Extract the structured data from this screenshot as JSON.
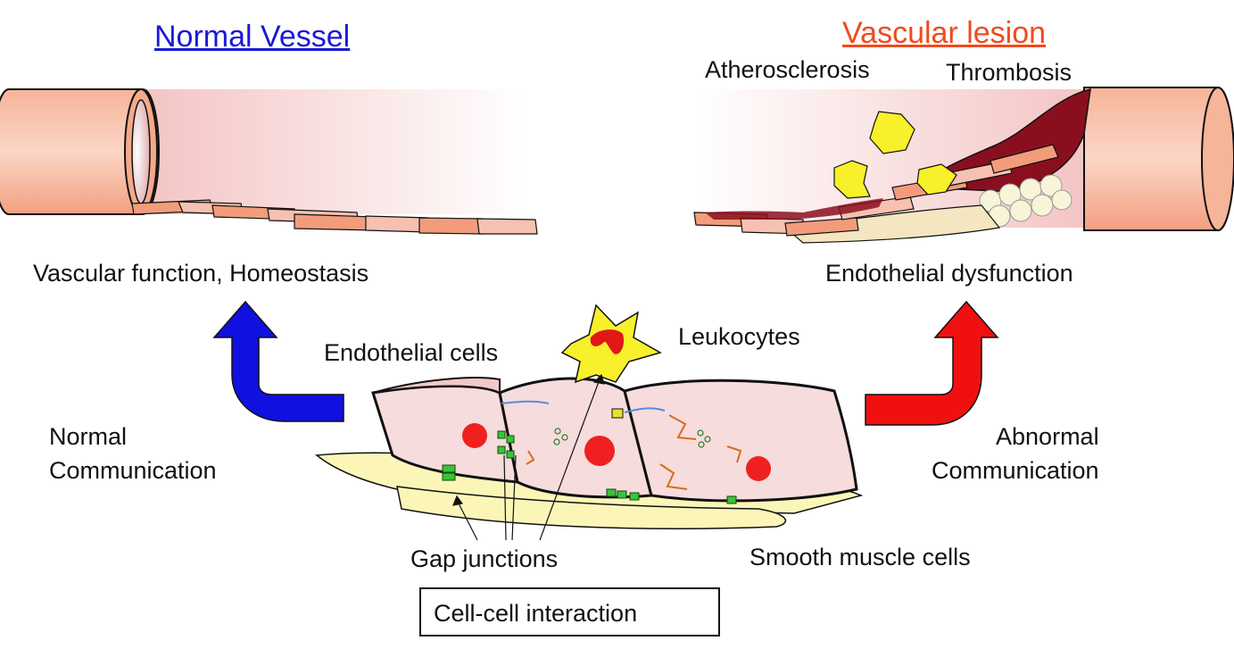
{
  "titles": {
    "normal": "Normal Vessel",
    "lesion": "Vascular lesion"
  },
  "labels": {
    "atherosclerosis": "Atherosclerosis",
    "thrombosis": "Thrombosis",
    "vascular_function": "Vascular function, Homeostasis",
    "endothelial_dysfunction": "Endothelial dysfunction",
    "endothelial_cells": "Endothelial cells",
    "leukocytes": "Leukocytes",
    "normal_comm_line1": "Normal",
    "normal_comm_line2": "Communication",
    "abnormal_comm_line1": "Abnormal",
    "abnormal_comm_line2": "Communication",
    "gap_junctions": "Gap junctions",
    "smooth_muscle_cells": "Smooth muscle cells",
    "cell_cell_interaction": "Cell-cell interaction"
  },
  "colors": {
    "normal_title": "#1a1ad6",
    "lesion_title": "#f04a1e",
    "arrow_normal": "#1010e0",
    "arrow_abnormal": "#f01010",
    "vessel_outer": "#f4a98a",
    "vessel_inner": "#f7d3cf",
    "cell_fill": "#f6dcdc",
    "nucleus": "#f02020",
    "smooth_muscle": "#fbf6b8",
    "gap_junction": "#38c438",
    "leukocyte": "#f8f02a",
    "thrombus": "#8a0f1e",
    "plaque": "#f7f4d8"
  }
}
